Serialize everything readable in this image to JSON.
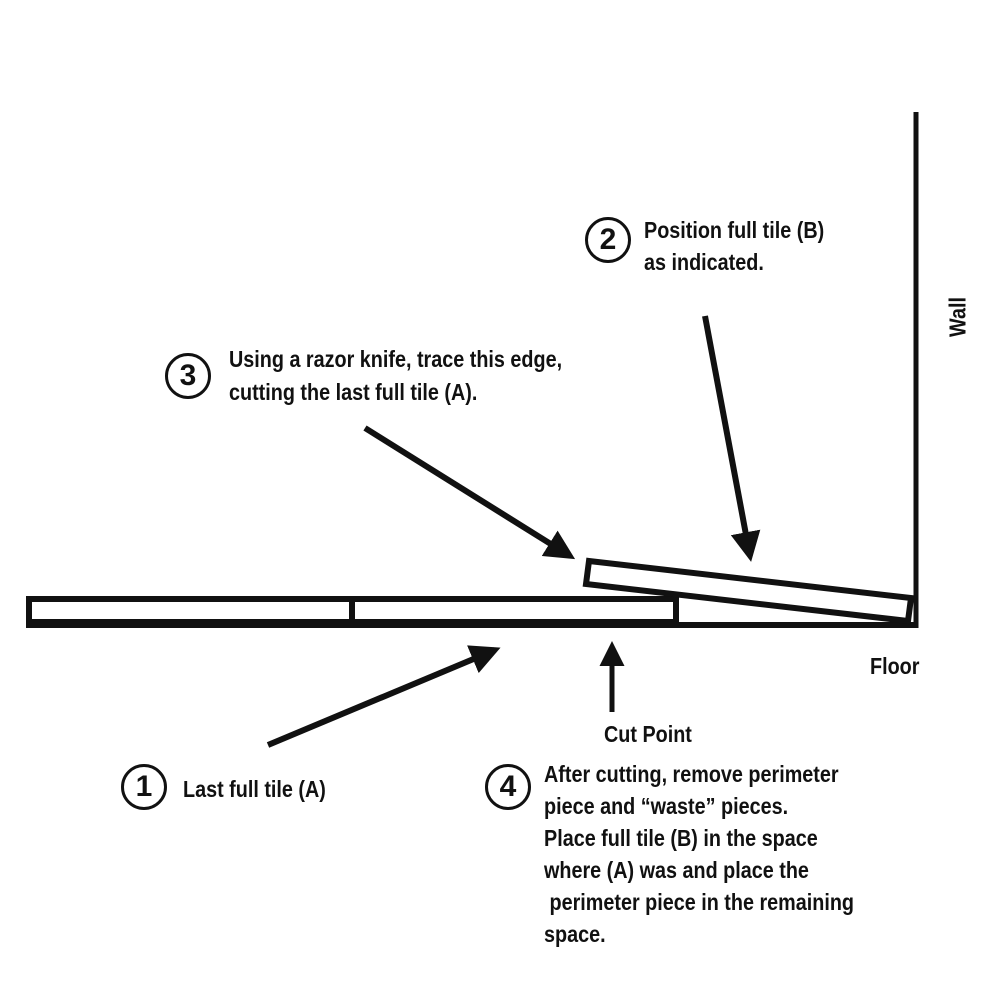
{
  "labels": {
    "wall": "Wall",
    "floor": "Floor",
    "cut_point": "Cut Point"
  },
  "steps": [
    {
      "number": "1",
      "text": [
        "Last full tile (A)"
      ]
    },
    {
      "number": "2",
      "text": [
        "Position full tile (B)",
        "as indicated."
      ]
    },
    {
      "number": "3",
      "text": [
        "Using a razor knife, trace this edge,",
        "cutting the last full tile (A)."
      ]
    },
    {
      "number": "4",
      "text": [
        "After cutting, remove perimeter",
        "piece and “waste” pieces.",
        "Place full tile (B) in the space",
        "where (A) was and place the",
        " perimeter piece in the remaining",
        "space."
      ]
    }
  ],
  "colors": {
    "ink": "#111111",
    "background": "#ffffff"
  }
}
